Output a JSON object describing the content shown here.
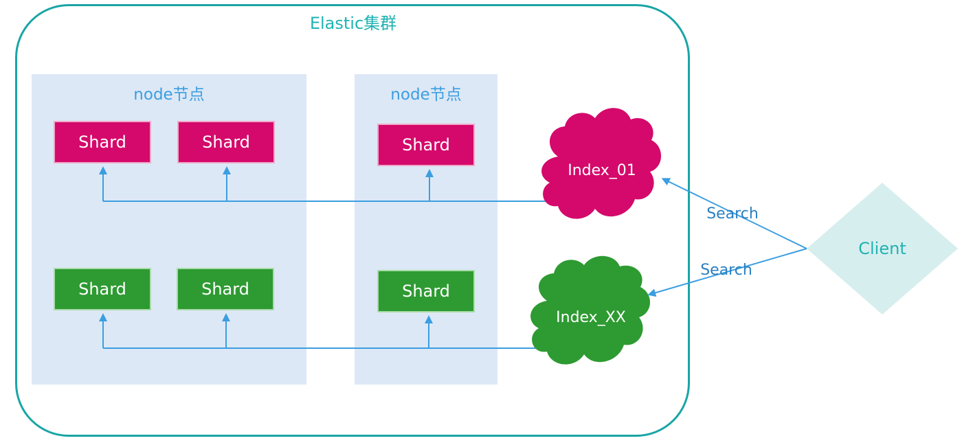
{
  "cluster": {
    "title": "Elastic集群"
  },
  "nodes": [
    {
      "title": "node节点"
    },
    {
      "title": "node节点"
    }
  ],
  "shards": {
    "label": "Shard"
  },
  "indexes": [
    {
      "label": "Index_01",
      "color": "#d4096b"
    },
    {
      "label": "Index_XX",
      "color": "#2e9a32"
    }
  ],
  "client": {
    "label": "Client",
    "color": "#d7eeee",
    "text_color": "#1fb3b3"
  },
  "edges": {
    "search_top": "Search",
    "search_bottom": "Search"
  },
  "colors": {
    "cluster_border": "#1aa5a5",
    "node_panel": "#dde8f6",
    "arrow": "#3b9ee0"
  }
}
